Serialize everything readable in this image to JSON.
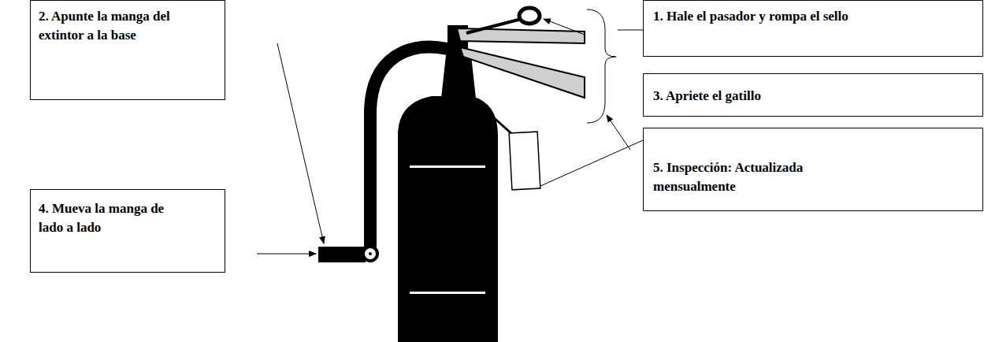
{
  "diagram": {
    "nodes": [
      {
        "text": [
          "1. Hale el pasador y rompa el sello"
        ]
      },
      {
        "text": [
          "2. Apunte la manga del extintor a la base"
        ]
      },
      {
        "text": [
          "3. Apriete el gatillo"
        ]
      },
      {
        "text": [
          "4. Mueva la manga de lado a lado"
        ]
      },
      {
        "text": [
          "5. Inspección: Actualizada mensualmente"
        ]
      }
    ]
  }
}
